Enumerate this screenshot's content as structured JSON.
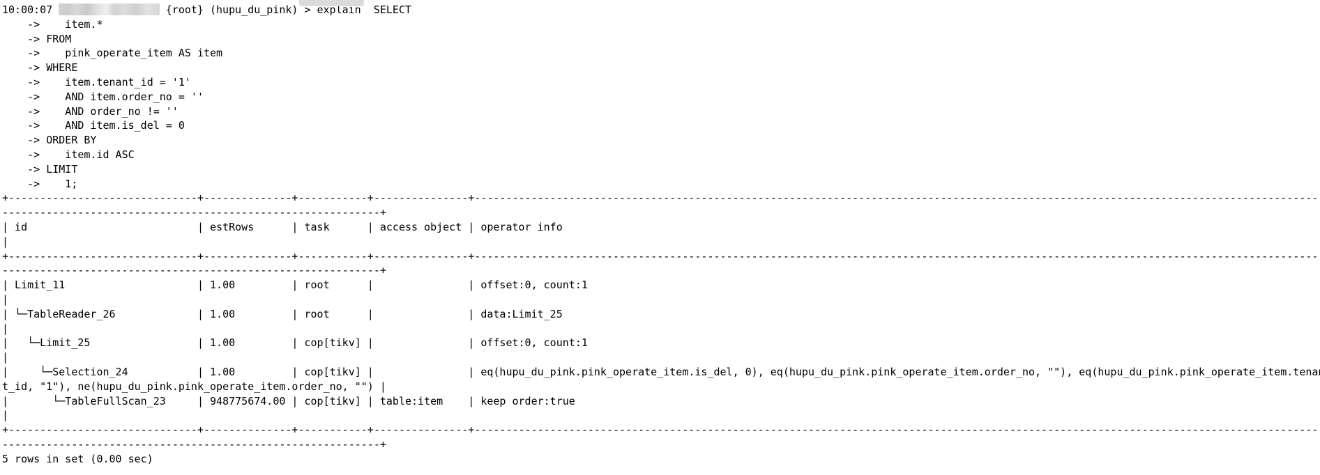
{
  "terminal": {
    "width_ch": 210,
    "prompt": {
      "timestamp": "10:00:07",
      "redacted_label": "redacted-connection-info",
      "context": "{root} (hupu_du_pink) >",
      "command": "explain  SELECT"
    },
    "sql_lines": [
      "    ->    item.*",
      "    -> FROM",
      "    ->    pink_operate_item AS item",
      "    -> WHERE",
      "    ->    item.tenant_id = '1'",
      "    ->    AND item.order_no = ''",
      "    ->    AND order_no != ''",
      "    ->    AND item.is_del = 0",
      "    -> ORDER BY",
      "    ->    item.id ASC",
      "    -> LIMIT",
      "    ->    1;"
    ],
    "table": {
      "columns": [
        {
          "name": "id",
          "width": 28
        },
        {
          "name": "estRows",
          "width": 12
        },
        {
          "name": "task",
          "width": 9
        },
        {
          "name": "access object",
          "width": 13
        },
        {
          "name": "operator info",
          "width": 193
        }
      ],
      "rows": [
        [
          "Limit_11",
          "1.00",
          "root",
          "",
          "offset:0, count:1"
        ],
        [
          "└─TableReader_26",
          "1.00",
          "root",
          "",
          "data:Limit_25"
        ],
        [
          "  └─Limit_25",
          "1.00",
          "cop[tikv]",
          "",
          "offset:0, count:1"
        ],
        [
          "    └─Selection_24",
          "1.00",
          "cop[tikv]",
          "",
          "eq(hupu_du_pink.pink_operate_item.is_del, 0), eq(hupu_du_pink.pink_operate_item.order_no, \"\"), eq(hupu_du_pink.pink_operate_item.tenant_id, \"1\"), ne(hupu_du_pink.pink_operate_item.order_no, \"\")"
        ],
        [
          "      └─TableFullScan_23",
          "948775674.00",
          "cop[tikv]",
          "table:item",
          "keep order:true"
        ]
      ]
    },
    "footer": "5 rows in set (0.00 sec)",
    "colors": {
      "background": "#ffffff",
      "text": "#000000",
      "redaction": "#d6d6d6"
    }
  }
}
